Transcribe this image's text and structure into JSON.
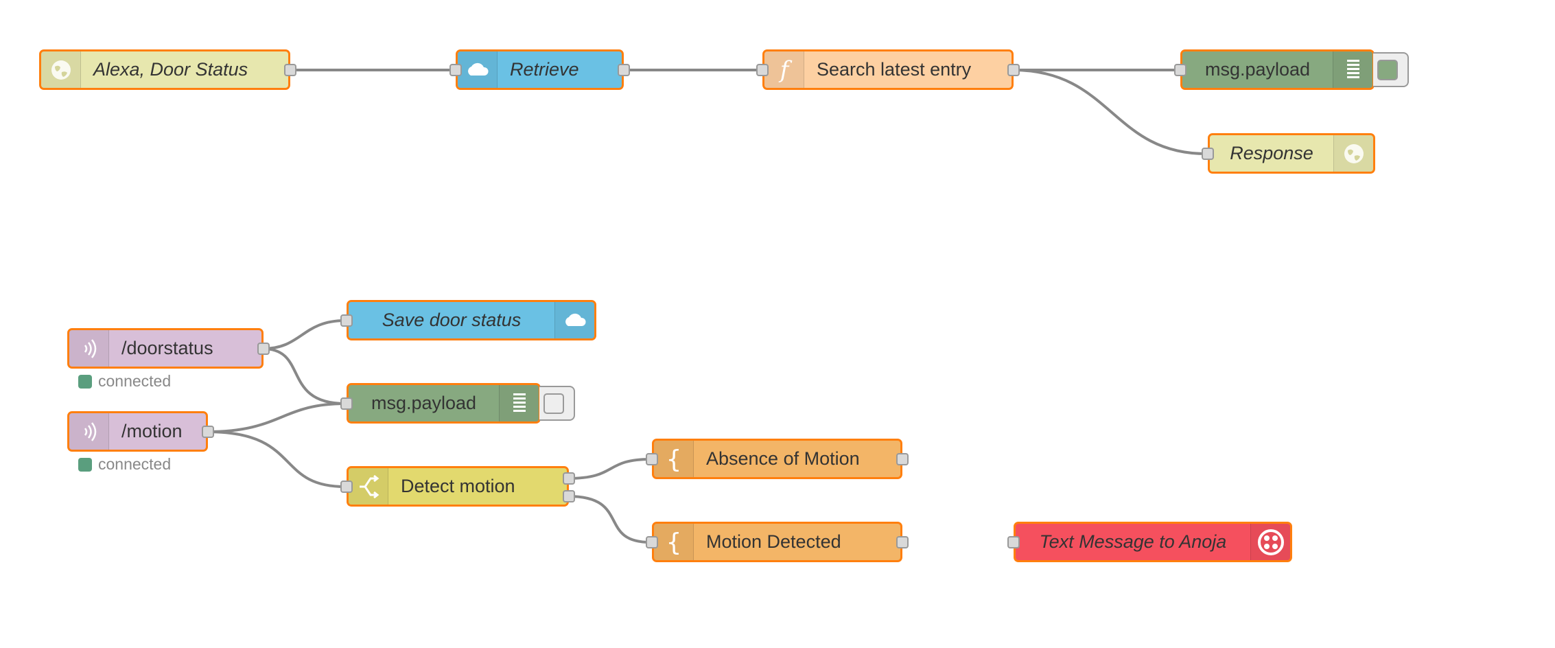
{
  "colors": {
    "http": "#e7e7ae",
    "cloud": "#6ac1e4",
    "function": "#fdd0a2",
    "debug": "#87a980",
    "mqtt": "#d8bfd8",
    "switch": "#e2d96e",
    "template": "#f3b567",
    "twilio": "#f5505e",
    "selected_border": "#ff7f0e",
    "wire": "#888888"
  },
  "nodes": {
    "alexa_door_status": {
      "label": "Alexa, Door Status",
      "icon": "globe-icon"
    },
    "retrieve": {
      "label": "Retrieve",
      "icon": "cloud-icon"
    },
    "search_latest_entry": {
      "label": "Search latest entry",
      "icon": "function-icon"
    },
    "debug_top": {
      "label": "msg.payload",
      "icon": "debug-list-icon"
    },
    "response": {
      "label": "Response",
      "icon": "globe-icon"
    },
    "doorstatus": {
      "label": "/doorstatus",
      "icon": "mqtt-icon",
      "status": "connected"
    },
    "motion": {
      "label": "/motion",
      "icon": "mqtt-icon",
      "status": "connected"
    },
    "save_door_status": {
      "label": "Save door status",
      "icon": "cloud-icon"
    },
    "debug_bottom": {
      "label": "msg.payload",
      "icon": "debug-list-icon"
    },
    "detect_motion": {
      "label": "Detect motion",
      "icon": "switch-icon"
    },
    "absence_of_motion": {
      "label": "Absence of Motion",
      "icon": "template-icon"
    },
    "motion_detected": {
      "label": "Motion Detected",
      "icon": "template-icon"
    },
    "text_message": {
      "label": "Text Message to Anoja",
      "icon": "twilio-icon"
    }
  }
}
